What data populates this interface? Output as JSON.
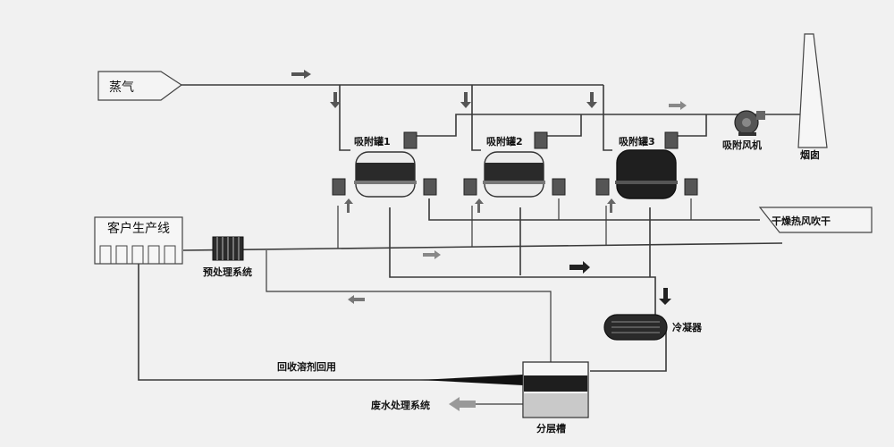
{
  "labels": {
    "steam": "蒸气",
    "customer_line": "客户生产线",
    "pretreatment": "预处理系统",
    "tank1": "吸附罐1",
    "tank2": "吸附罐2",
    "tank3": "吸附罐3",
    "fan": "吸附风机",
    "chimney": "烟囱",
    "hot_air": "干燥热风吹干",
    "condenser": "冷凝器",
    "recovery": "回收溶剂回用",
    "wastewater": "废水处理系统",
    "separator": "分层槽"
  },
  "colors": {
    "background": "#f1f1f1",
    "pipe": "#3a3a3a",
    "tank_fill_light": "#e9e9e9",
    "tank_bed": "#2a2a2a",
    "tank3_fill": "#1f1f1f",
    "separator_band": "#1e1e1e",
    "separator_bottom": "#c9c9c9"
  }
}
